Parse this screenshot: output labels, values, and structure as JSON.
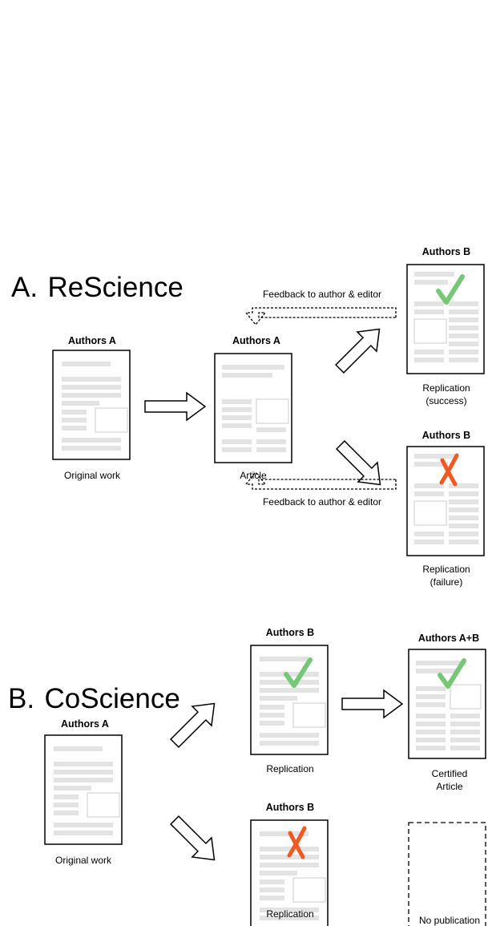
{
  "sectionA": {
    "letter": "A.",
    "name": "ReScience",
    "authors_original": "Authors A",
    "caption_original": "Original work",
    "authors_article": "Authors A",
    "caption_article": "Article",
    "authors_success": "Authors B",
    "caption_success_1": "Replication",
    "caption_success_2": "(success)",
    "authors_failure": "Authors B",
    "caption_failure_1": "Replication",
    "caption_failure_2": "(failure)",
    "feedback_top": "Feedback to author & editor",
    "feedback_bottom": "Feedback to author & editor"
  },
  "sectionB": {
    "letter": "B.",
    "name": "CoScience",
    "authors_original": "Authors A",
    "caption_original": "Original work",
    "authors_rep_success": "Authors B",
    "caption_rep_success": "Replication",
    "authors_certified": "Authors A+B",
    "caption_certified_1": "Certified",
    "caption_certified_2": "Article",
    "authors_rep_failure": "Authors B",
    "caption_rep_failure": "Replication",
    "caption_no_pub": "No publication"
  },
  "colors": {
    "check": "#76c776",
    "cross": "#f05a22",
    "line_placeholder": "#e3e3e3",
    "image_placeholder": "#cccccc"
  }
}
